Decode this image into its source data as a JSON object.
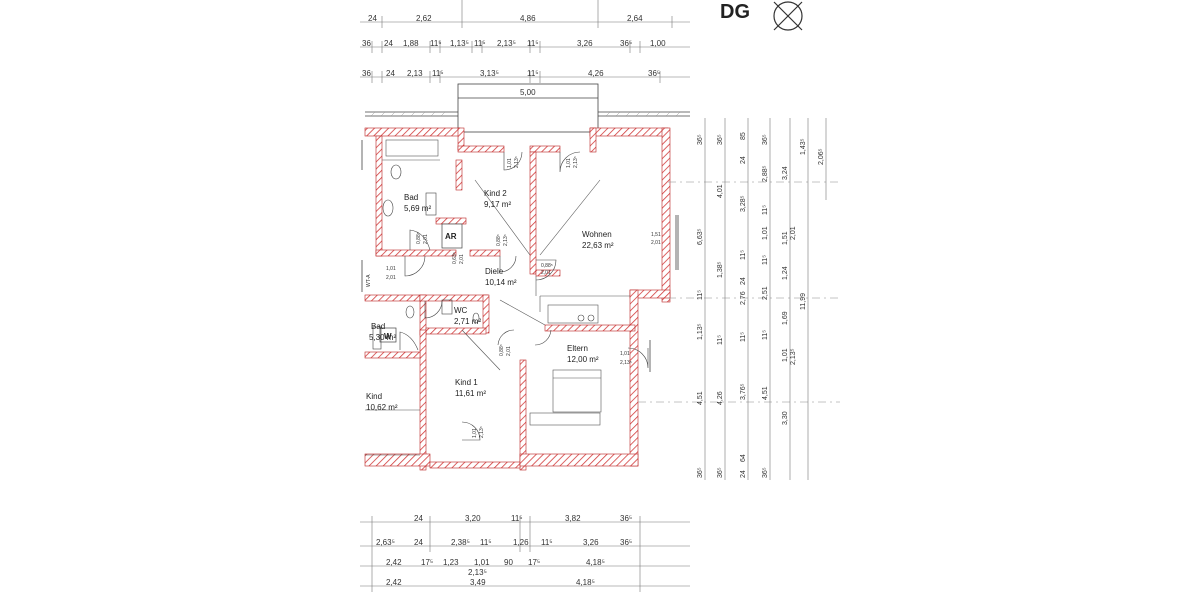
{
  "plan": {
    "title": "DG",
    "rooms": [
      {
        "id": "bad-oben",
        "name": "Bad",
        "area": "5,69 m²"
      },
      {
        "id": "kind2",
        "name": "Kind 2",
        "area": "9,17 m²"
      },
      {
        "id": "ar",
        "name": "AR",
        "area": ""
      },
      {
        "id": "wohnen",
        "name": "Wohnen",
        "area": "22,63 m²"
      },
      {
        "id": "diele",
        "name": "Diele",
        "area": "10,14 m²"
      },
      {
        "id": "wc",
        "name": "WC",
        "area": "2,71 m²"
      },
      {
        "id": "bad-unten",
        "name": "Bad",
        "area": "5,30 m²"
      },
      {
        "id": "eltern",
        "name": "Eltern",
        "area": "12,00 m²"
      },
      {
        "id": "kind1",
        "name": "Kind 1",
        "area": "11,61 m²"
      },
      {
        "id": "kind-links",
        "name": "Kind",
        "area": "10,62 m²"
      }
    ],
    "labels": {
      "w": "W",
      "wta": "WT-A"
    },
    "dims_top": [
      [
        "24",
        "2,62",
        "4,86",
        "2,64"
      ],
      [
        "36",
        "24",
        "1,88",
        "11⁵",
        "1,13⁵",
        "11⁵",
        "2,13⁵",
        "11⁵",
        "3,26",
        "36⁵",
        "1,00"
      ],
      [
        "36",
        "24",
        "2,13",
        "11⁵",
        "3,13⁵",
        "11⁵",
        "4,26",
        "36⁵"
      ]
    ],
    "dim_balcony": "5,00",
    "dims_bottom": [
      [
        "24",
        "3,20",
        "11⁵",
        "3,82",
        "36⁵"
      ],
      [
        "2,63⁵",
        "24",
        "2,38⁵",
        "11⁵",
        "1,26",
        "11⁵",
        "3,26",
        "36⁵"
      ],
      [
        "2,42",
        "17⁵",
        "1,23",
        "1,01",
        "90",
        "17⁵",
        "4,18⁵"
      ],
      [
        "2,13⁵"
      ],
      [
        "2,42",
        "3,49",
        "4,18⁵"
      ]
    ],
    "dims_right": [
      [
        "36⁵",
        "6,63⁵",
        "11⁵",
        "1,13⁵",
        "4,51",
        "36⁵"
      ],
      [
        "36⁵",
        "4,01",
        "1,38⁵",
        "11⁵",
        "4,26",
        "36⁵"
      ],
      [
        "85",
        "24",
        "3,28⁵",
        "11⁵",
        "24",
        "2,76",
        "11⁵",
        "3,76⁵",
        "64",
        "24"
      ],
      [
        "36⁵",
        "2,88⁵",
        "11⁵",
        "1,01",
        "11⁵",
        "2,51",
        "11⁵",
        "4,51",
        "36⁵"
      ],
      [
        "3,24",
        "1,51",
        "1,24",
        "1,69",
        "1,01",
        "3,30"
      ],
      [
        "1,43⁵",
        "2,01",
        "2,13⁵"
      ],
      [
        "2,06⁵",
        "11,99"
      ]
    ],
    "openings": [
      "1,01",
      "2,13⁵",
      "1,01",
      "2,13⁵",
      "1,51",
      "2,01",
      "0,88⁵",
      "2,01",
      "0,88⁵",
      "2,13⁵",
      "0,63⁵",
      "2,01",
      "0,88⁵",
      "2,01",
      "1,01",
      "2,01",
      "0,88⁵",
      "2,01",
      "1,01",
      "2,13⁵",
      "1,01",
      "2,13⁵"
    ]
  }
}
